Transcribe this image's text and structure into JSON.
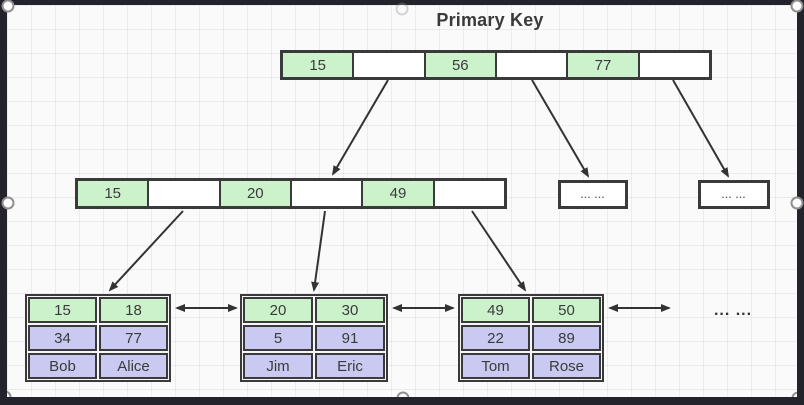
{
  "diagram": {
    "title": "Primary Key",
    "root_node": {
      "cells": [
        "15",
        "",
        "56",
        "",
        "77",
        ""
      ]
    },
    "internal_node": {
      "cells": [
        "15",
        "",
        "20",
        "",
        "49",
        ""
      ]
    },
    "more_nodes": [
      {
        "label": "... ..."
      },
      {
        "label": "... ..."
      }
    ],
    "leaves": [
      {
        "rows": [
          [
            "15",
            "18"
          ],
          [
            "34",
            "77"
          ],
          [
            "Bob",
            "Alice"
          ]
        ]
      },
      {
        "rows": [
          [
            "20",
            "30"
          ],
          [
            "5",
            "91"
          ],
          [
            "Jim",
            "Eric"
          ]
        ]
      },
      {
        "rows": [
          [
            "49",
            "50"
          ],
          [
            "22",
            "89"
          ],
          [
            "Tom",
            "Rose"
          ]
        ]
      }
    ],
    "more_leaves_label": "... ...",
    "colors": {
      "key_fill": "#ccf2cc",
      "value_fill": "#c9c9f1",
      "line": "#333333"
    }
  }
}
